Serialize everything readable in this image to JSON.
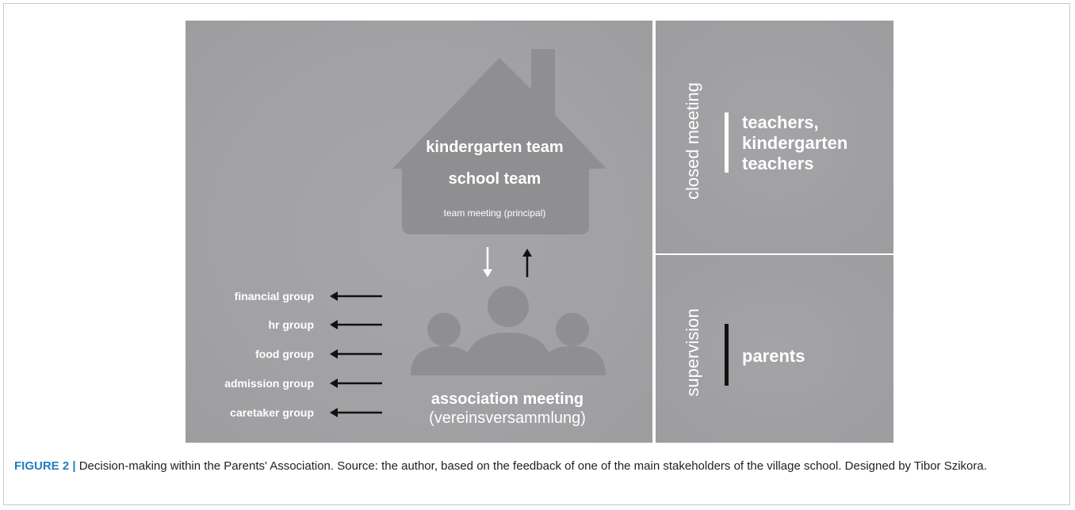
{
  "house": {
    "line1": "kindergarten team",
    "line2": "school team",
    "line3": "team meeting (principal)"
  },
  "groups": [
    "financial group",
    "hr group",
    "food group",
    "admission group",
    "caretaker group"
  ],
  "association": {
    "title": "association meeting",
    "subtitle": "(vereinsversammlung)"
  },
  "right_top": {
    "vertical_label": "closed meeting",
    "members": [
      "teachers,",
      "kindergarten",
      "teachers"
    ],
    "bar_color": "#ffffff"
  },
  "right_bottom": {
    "vertical_label": "supervision",
    "members": "parents",
    "bar_color": "#111111"
  },
  "caption": {
    "figure_label": "FIGURE 2 |",
    "text": " Decision-making within the Parents' Association. Source: the author, based on the feedback of one of the main stakeholders of the village school. Designed by Tibor Szikora."
  },
  "colors": {
    "panel": "#a1a1a4",
    "shape": "#8e8e91",
    "caption_label": "#1f7fc1"
  }
}
